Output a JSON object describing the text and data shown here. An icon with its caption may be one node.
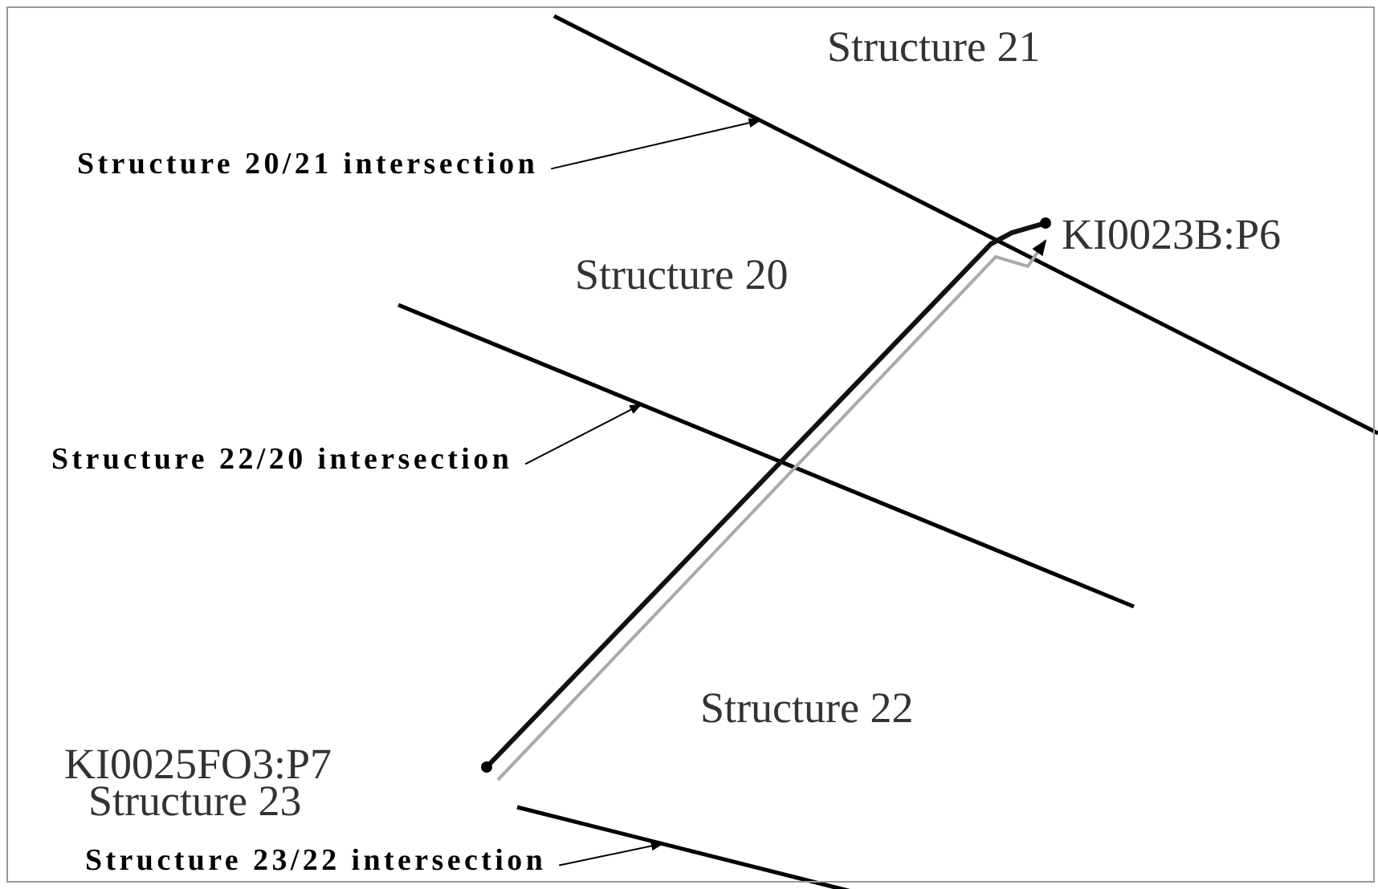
{
  "diagram": {
    "nodes": [
      {
        "text": [
          "Structure 20/21 intersection"
        ]
      },
      {
        "text": [
          "Structure 22/20 intersection"
        ]
      },
      {
        "text": [
          "Structure 23/22 intersection"
        ]
      },
      {
        "text": [],
        "shape": "line"
      },
      {
        "text": [],
        "shape": "line"
      },
      {
        "text": [],
        "shape": "line"
      }
    ],
    "edges": [
      {
        "from": 0,
        "to": 3,
        "arrow": "to"
      },
      {
        "from": 1,
        "to": 4,
        "arrow": "to"
      },
      {
        "from": 2,
        "to": 5,
        "arrow": "to"
      }
    ],
    "labels": [
      "Structure 21",
      "KI0023B:P6",
      "Structure 20",
      "KI0025FO3:P7",
      "Structure 22",
      "Structure 23"
    ]
  }
}
